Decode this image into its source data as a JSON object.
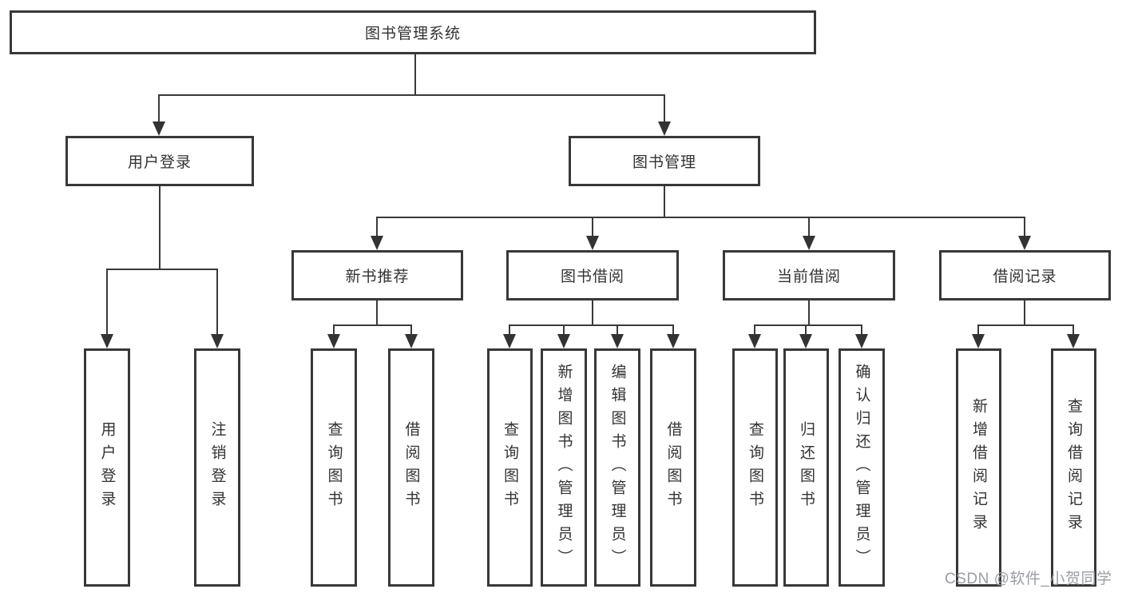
{
  "diagram": {
    "root_label": "图书管理系统",
    "level2": {
      "user_login": "用户登录",
      "book_mgmt": "图书管理"
    },
    "level3": {
      "new_book": "新书推荐",
      "book_borrow": "图书借阅",
      "current_borrow": "当前借阅",
      "borrow_records": "借阅记录"
    },
    "leaves": {
      "user_login": [
        "用户登录",
        "注销登录"
      ],
      "new_book": [
        "查询图书",
        "借阅图书"
      ],
      "book_borrow": [
        "查询图书",
        "新增图书（管理员）",
        "编辑图书（管理员）",
        "借阅图书"
      ],
      "current_borrow": [
        "查询图书",
        "归还图书",
        "确认归还（管理员）"
      ],
      "borrow_records": [
        "新增借阅记录",
        "查询借阅记录"
      ]
    }
  },
  "watermark": "CSDN @软件_小贺同学",
  "colors": {
    "line": "#3a3a3a",
    "box_border": "#383838",
    "text": "#333333",
    "watermark_text": "#9a9da3",
    "background": "#ffffff"
  }
}
